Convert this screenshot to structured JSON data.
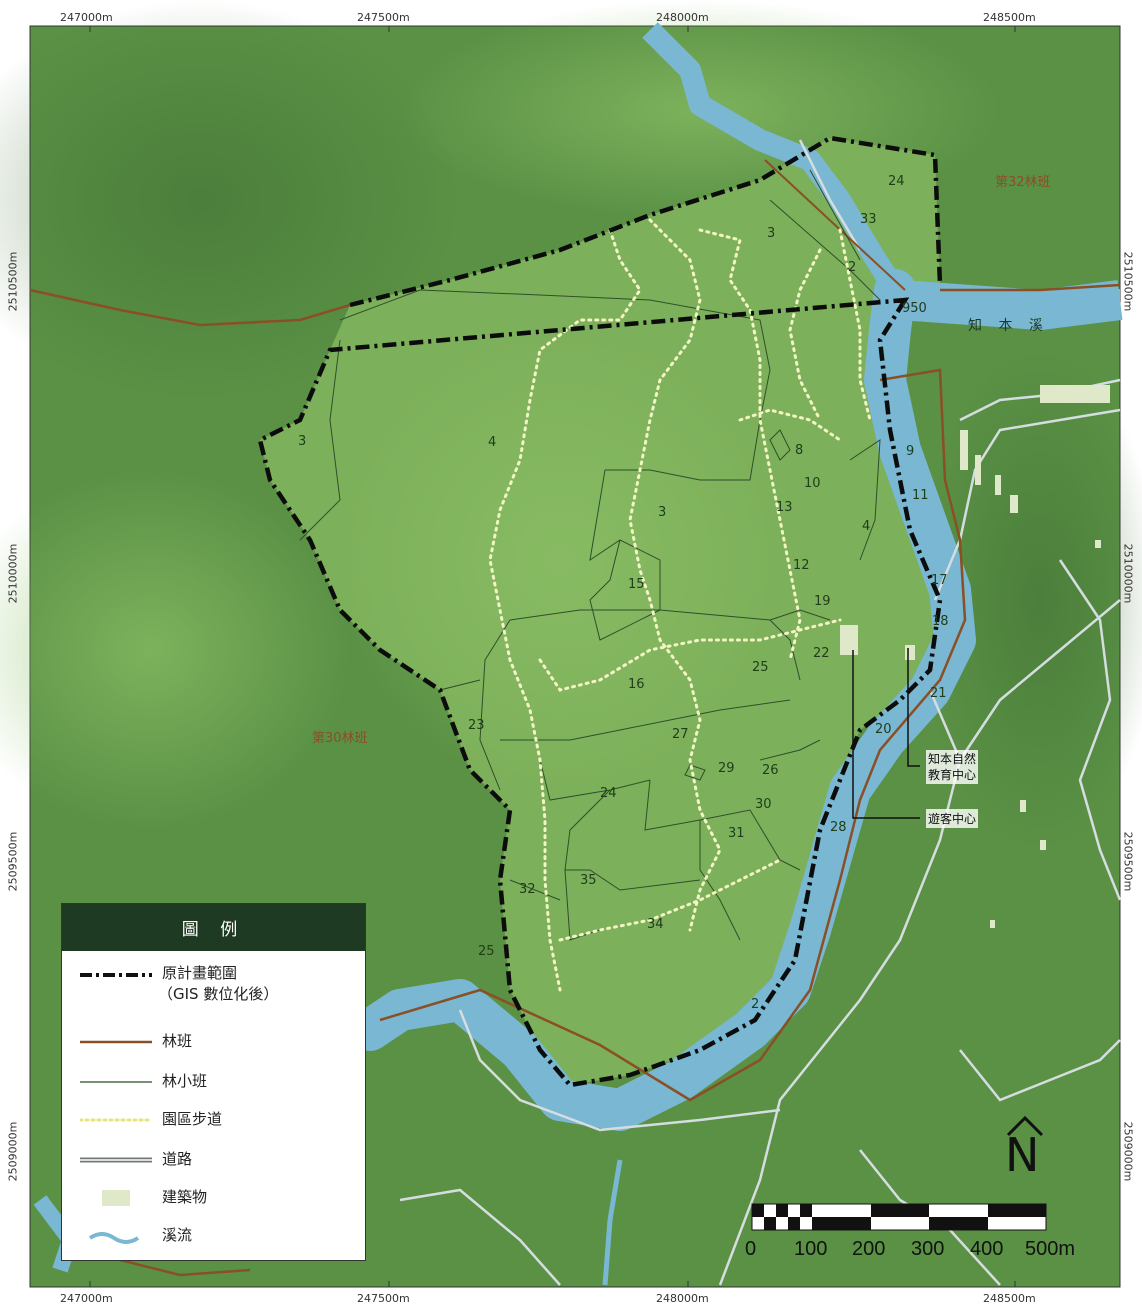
{
  "colors": {
    "background_forest": "#5a9145",
    "plan_area": "#7db05a",
    "stream": "#79b7d2",
    "forest_road_line": "#8a4f24",
    "compartment_line": "#2f4f2a",
    "trail_dots": "#f3f6c4",
    "road": "#d6dde0",
    "building": "#dfe8c8",
    "legend_header": "#1f3a22"
  },
  "map": {
    "top_ticks": [
      "247000m",
      "247500m",
      "248000m",
      "248500m"
    ],
    "bottom_ticks": [
      "247000m",
      "247500m",
      "248000m",
      "248500m"
    ],
    "left_ticks": [
      "2510500m",
      "2510000m",
      "2509500m",
      "2509000m"
    ],
    "right_ticks": [
      "2510500m",
      "2510000m",
      "2509500m",
      "2509000m"
    ],
    "stream_name": "知 本 溪",
    "stream_code": "950",
    "forest_label_ne": "第32林班",
    "forest_label_w": "第30林班",
    "compartments": [
      "24",
      "33",
      "3",
      "2",
      "4",
      "3",
      "8",
      "10",
      "13",
      "4",
      "3",
      "9",
      "11",
      "12",
      "15",
      "19",
      "17",
      "18",
      "22",
      "25",
      "16",
      "23",
      "27",
      "21",
      "20",
      "29",
      "26",
      "30",
      "24",
      "31",
      "28",
      "32",
      "35",
      "34",
      "25",
      "2"
    ],
    "callout_1": "知本自然教育中心",
    "callout_1_line1": "知本自然",
    "callout_1_line2": "教育中心",
    "callout_2": "遊客中心"
  },
  "legend": {
    "title": "圖 例",
    "items": [
      {
        "label": "原計畫範圍",
        "sub": "（GIS 數位化後）"
      },
      {
        "label": "林班"
      },
      {
        "label": "林小班"
      },
      {
        "label": "園區步道"
      },
      {
        "label": "道路"
      },
      {
        "label": "建築物"
      },
      {
        "label": "溪流"
      }
    ]
  },
  "north_arrow": {
    "letter": "N"
  },
  "scale_bar": {
    "labels": [
      "0",
      "100",
      "200",
      "300",
      "400",
      "500m"
    ]
  }
}
